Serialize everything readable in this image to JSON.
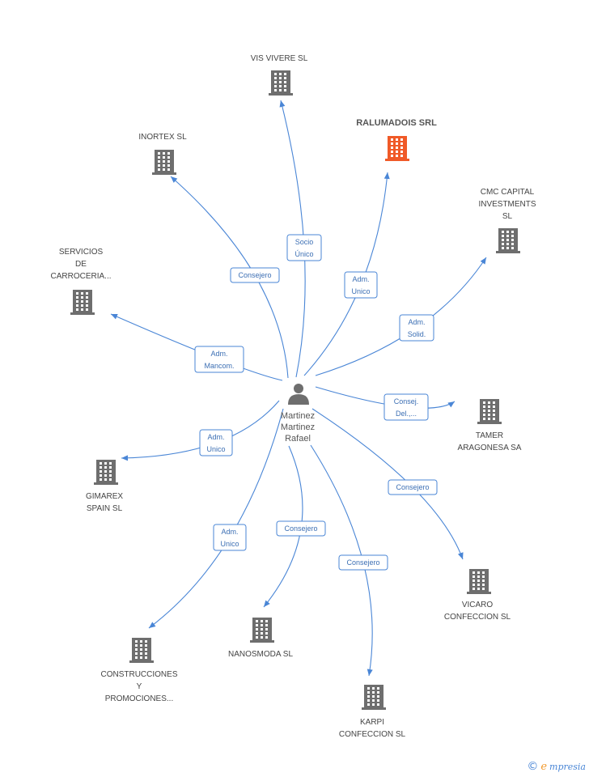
{
  "center": {
    "name_lines": [
      "Martinez",
      "Martinez",
      "Rafael"
    ],
    "icon": "person-icon"
  },
  "colors": {
    "edge": "#4a86d6",
    "building": "#6e6e6e",
    "highlight": "#f05a28"
  },
  "companies": [
    {
      "id": "vis-vivere",
      "lines": [
        "VIS VIVERE SL"
      ],
      "relation": [
        "Socio",
        "Único"
      ],
      "highlight": false
    },
    {
      "id": "ralumadois",
      "lines": [
        "RALUMADOIS SRL"
      ],
      "relation": [
        "Adm.",
        "Unico"
      ],
      "highlight": true
    },
    {
      "id": "inortex",
      "lines": [
        "INORTEX SL"
      ],
      "relation": [
        "Consejero"
      ],
      "highlight": false
    },
    {
      "id": "cmc-capital",
      "lines": [
        "CMC CAPITAL",
        "INVESTMENTS",
        "SL"
      ],
      "relation": [
        "Adm.",
        "Solid."
      ],
      "highlight": false
    },
    {
      "id": "servicios",
      "lines": [
        "SERVICIOS",
        "DE",
        "CARROCERIA..."
      ],
      "relation": [
        "Adm.",
        "Mancom."
      ],
      "highlight": false
    },
    {
      "id": "tamer",
      "lines": [
        "TAMER",
        "ARAGONESA SA"
      ],
      "relation": [
        "Consej.",
        "Del.,..."
      ],
      "highlight": false
    },
    {
      "id": "gimarex",
      "lines": [
        "GIMAREX",
        "SPAIN SL"
      ],
      "relation": [
        "Adm.",
        "Unico"
      ],
      "highlight": false
    },
    {
      "id": "vicaro",
      "lines": [
        "VICARO",
        "CONFECCION SL"
      ],
      "relation": [
        "Consejero"
      ],
      "highlight": false
    },
    {
      "id": "construcciones",
      "lines": [
        "CONSTRUCCIONES",
        "Y",
        "PROMOCIONES..."
      ],
      "relation": [
        "Adm.",
        "Unico"
      ],
      "highlight": false
    },
    {
      "id": "nanosmoda",
      "lines": [
        "NANOSMODA SL"
      ],
      "relation": [
        "Consejero"
      ],
      "highlight": false
    },
    {
      "id": "karpi",
      "lines": [
        "KARPI",
        "CONFECCION SL"
      ],
      "relation": [
        "Consejero"
      ],
      "highlight": false
    }
  ],
  "footer": {
    "copyright": "©",
    "brand_initial": "e",
    "brand_rest": "mpresia"
  }
}
